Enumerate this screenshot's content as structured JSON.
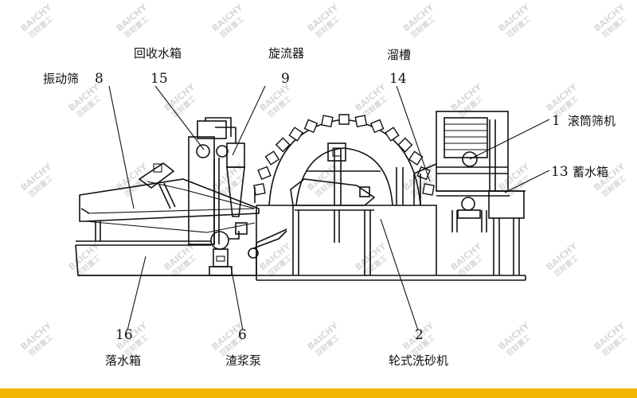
{
  "labels": [
    {
      "id": "vibrating-screen",
      "number": "8",
      "text": "振动筛"
    },
    {
      "id": "recovery-tank",
      "number": "15",
      "text": "回收水箱"
    },
    {
      "id": "hydrocyclone",
      "number": "9",
      "text": "旋流器"
    },
    {
      "id": "chute",
      "number": "14",
      "text": "溜槽"
    },
    {
      "id": "trommel-screen",
      "number": "1",
      "text": "滚筒筛机"
    },
    {
      "id": "storage-tank",
      "number": "13",
      "text": "蓄水箱"
    },
    {
      "id": "drain-tank",
      "number": "16",
      "text": "落水箱"
    },
    {
      "id": "slurry-pump",
      "number": "6",
      "text": "渣浆泵"
    },
    {
      "id": "wheel-sand-washer",
      "number": "2",
      "text": "轮式洗砂机"
    }
  ],
  "watermark": {
    "brand": "BAICHY",
    "cn": "百财重工"
  },
  "colors": {
    "footer": "#f2b705",
    "line": "#111111"
  }
}
